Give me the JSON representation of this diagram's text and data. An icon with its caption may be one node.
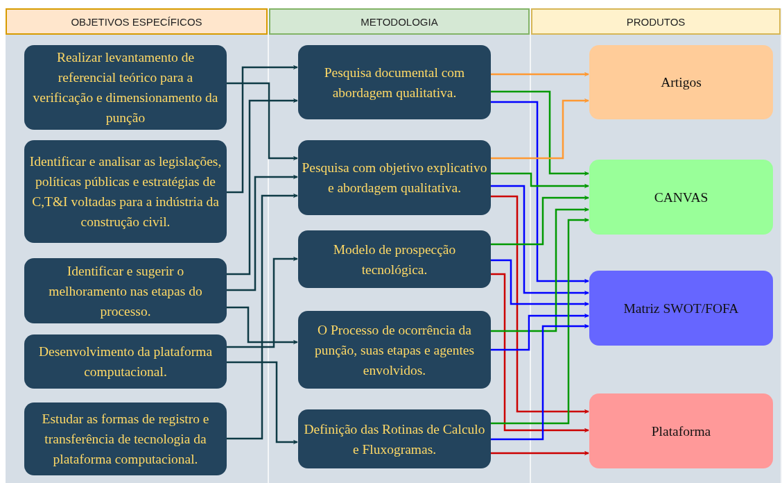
{
  "diagram": {
    "nodes": [
      {
        "text": [
          "OBJETIVOS ESPECÍFICOS"
        ]
      },
      {
        "text": [
          "Realizar levantamento de referencial teórico para a verificação e dimensionamento da punção"
        ],
        "in": 0
      },
      {
        "text": [
          "Identificar e analisar as legislações, políticas públicas e estratégias de C,T&I voltadas para a indústria da construção civil."
        ],
        "in": 0
      },
      {
        "text": [
          "Identificar e sugerir o melhoramento nas etapas do processo."
        ],
        "in": 0
      },
      {
        "text": [
          "Desenvolvimento da plataforma computacional."
        ],
        "in": 0
      },
      {
        "text": [
          "Estudar as formas de registro e transferência de tecnologia da plataforma computacional."
        ],
        "in": 0
      },
      {
        "text": [
          "METODOLOGIA"
        ]
      },
      {
        "text": [
          "Pesquisa documental com abordagem qualitativa."
        ],
        "in": 6
      },
      {
        "text": [
          "Pesquisa com objetivo explicativo e abordagem qualitativa."
        ],
        "in": 6
      },
      {
        "text": [
          "Modelo de prospecção tecnológica."
        ],
        "in": 6
      },
      {
        "text": [
          "O Processo de ocorrência da punção, suas etapas e agentes envolvidos."
        ],
        "in": 6
      },
      {
        "text": [
          "Definição das Rotinas de Calculo e Fluxogramas."
        ],
        "in": 6
      },
      {
        "text": [
          "PRODUTOS"
        ]
      },
      {
        "text": [
          "Artigos"
        ],
        "in": 12
      },
      {
        "text": [
          "CANVAS"
        ],
        "in": 12
      },
      {
        "text": [
          "Matriz SWOT/FOFA"
        ],
        "in": 12
      },
      {
        "text": [
          "Plataforma"
        ],
        "in": 12
      }
    ],
    "edges": [
      {
        "from": 1,
        "to": 8,
        "arrow": "to"
      },
      {
        "from": 2,
        "to": 7,
        "arrow": "to"
      },
      {
        "from": 3,
        "to": 7,
        "arrow": "to"
      },
      {
        "from": 3,
        "to": 8,
        "arrow": "to"
      },
      {
        "from": 3,
        "to": 10,
        "arrow": "to"
      },
      {
        "from": 4,
        "to": 9,
        "arrow": "to"
      },
      {
        "from": 4,
        "to": 11,
        "arrow": "to"
      },
      {
        "from": 5,
        "to": 8,
        "arrow": "to"
      },
      {
        "from": 7,
        "to": 13,
        "arrow": "to",
        "color": "#ff9933"
      },
      {
        "from": 7,
        "to": 14,
        "arrow": "to",
        "color": "#009900"
      },
      {
        "from": 7,
        "to": 15,
        "arrow": "to",
        "color": "#0000ff"
      },
      {
        "from": 8,
        "to": 13,
        "arrow": "to",
        "color": "#ff9933"
      },
      {
        "from": 8,
        "to": 14,
        "arrow": "to",
        "color": "#009900"
      },
      {
        "from": 8,
        "to": 15,
        "arrow": "to",
        "color": "#0000ff"
      },
      {
        "from": 8,
        "to": 16,
        "arrow": "to",
        "color": "#cc0000"
      },
      {
        "from": 9,
        "to": 14,
        "arrow": "to",
        "color": "#009900"
      },
      {
        "from": 9,
        "to": 15,
        "arrow": "to",
        "color": "#0000ff"
      },
      {
        "from": 9,
        "to": 16,
        "arrow": "to",
        "color": "#cc0000"
      },
      {
        "from": 10,
        "to": 14,
        "arrow": "to",
        "color": "#009900"
      },
      {
        "from": 10,
        "to": 15,
        "arrow": "to",
        "color": "#0000ff"
      },
      {
        "from": 11,
        "to": 14,
        "arrow": "to",
        "color": "#009900"
      },
      {
        "from": 11,
        "to": 15,
        "arrow": "to",
        "color": "#0000ff"
      },
      {
        "from": 11,
        "to": 16,
        "arrow": "to",
        "color": "#cc0000"
      }
    ]
  }
}
